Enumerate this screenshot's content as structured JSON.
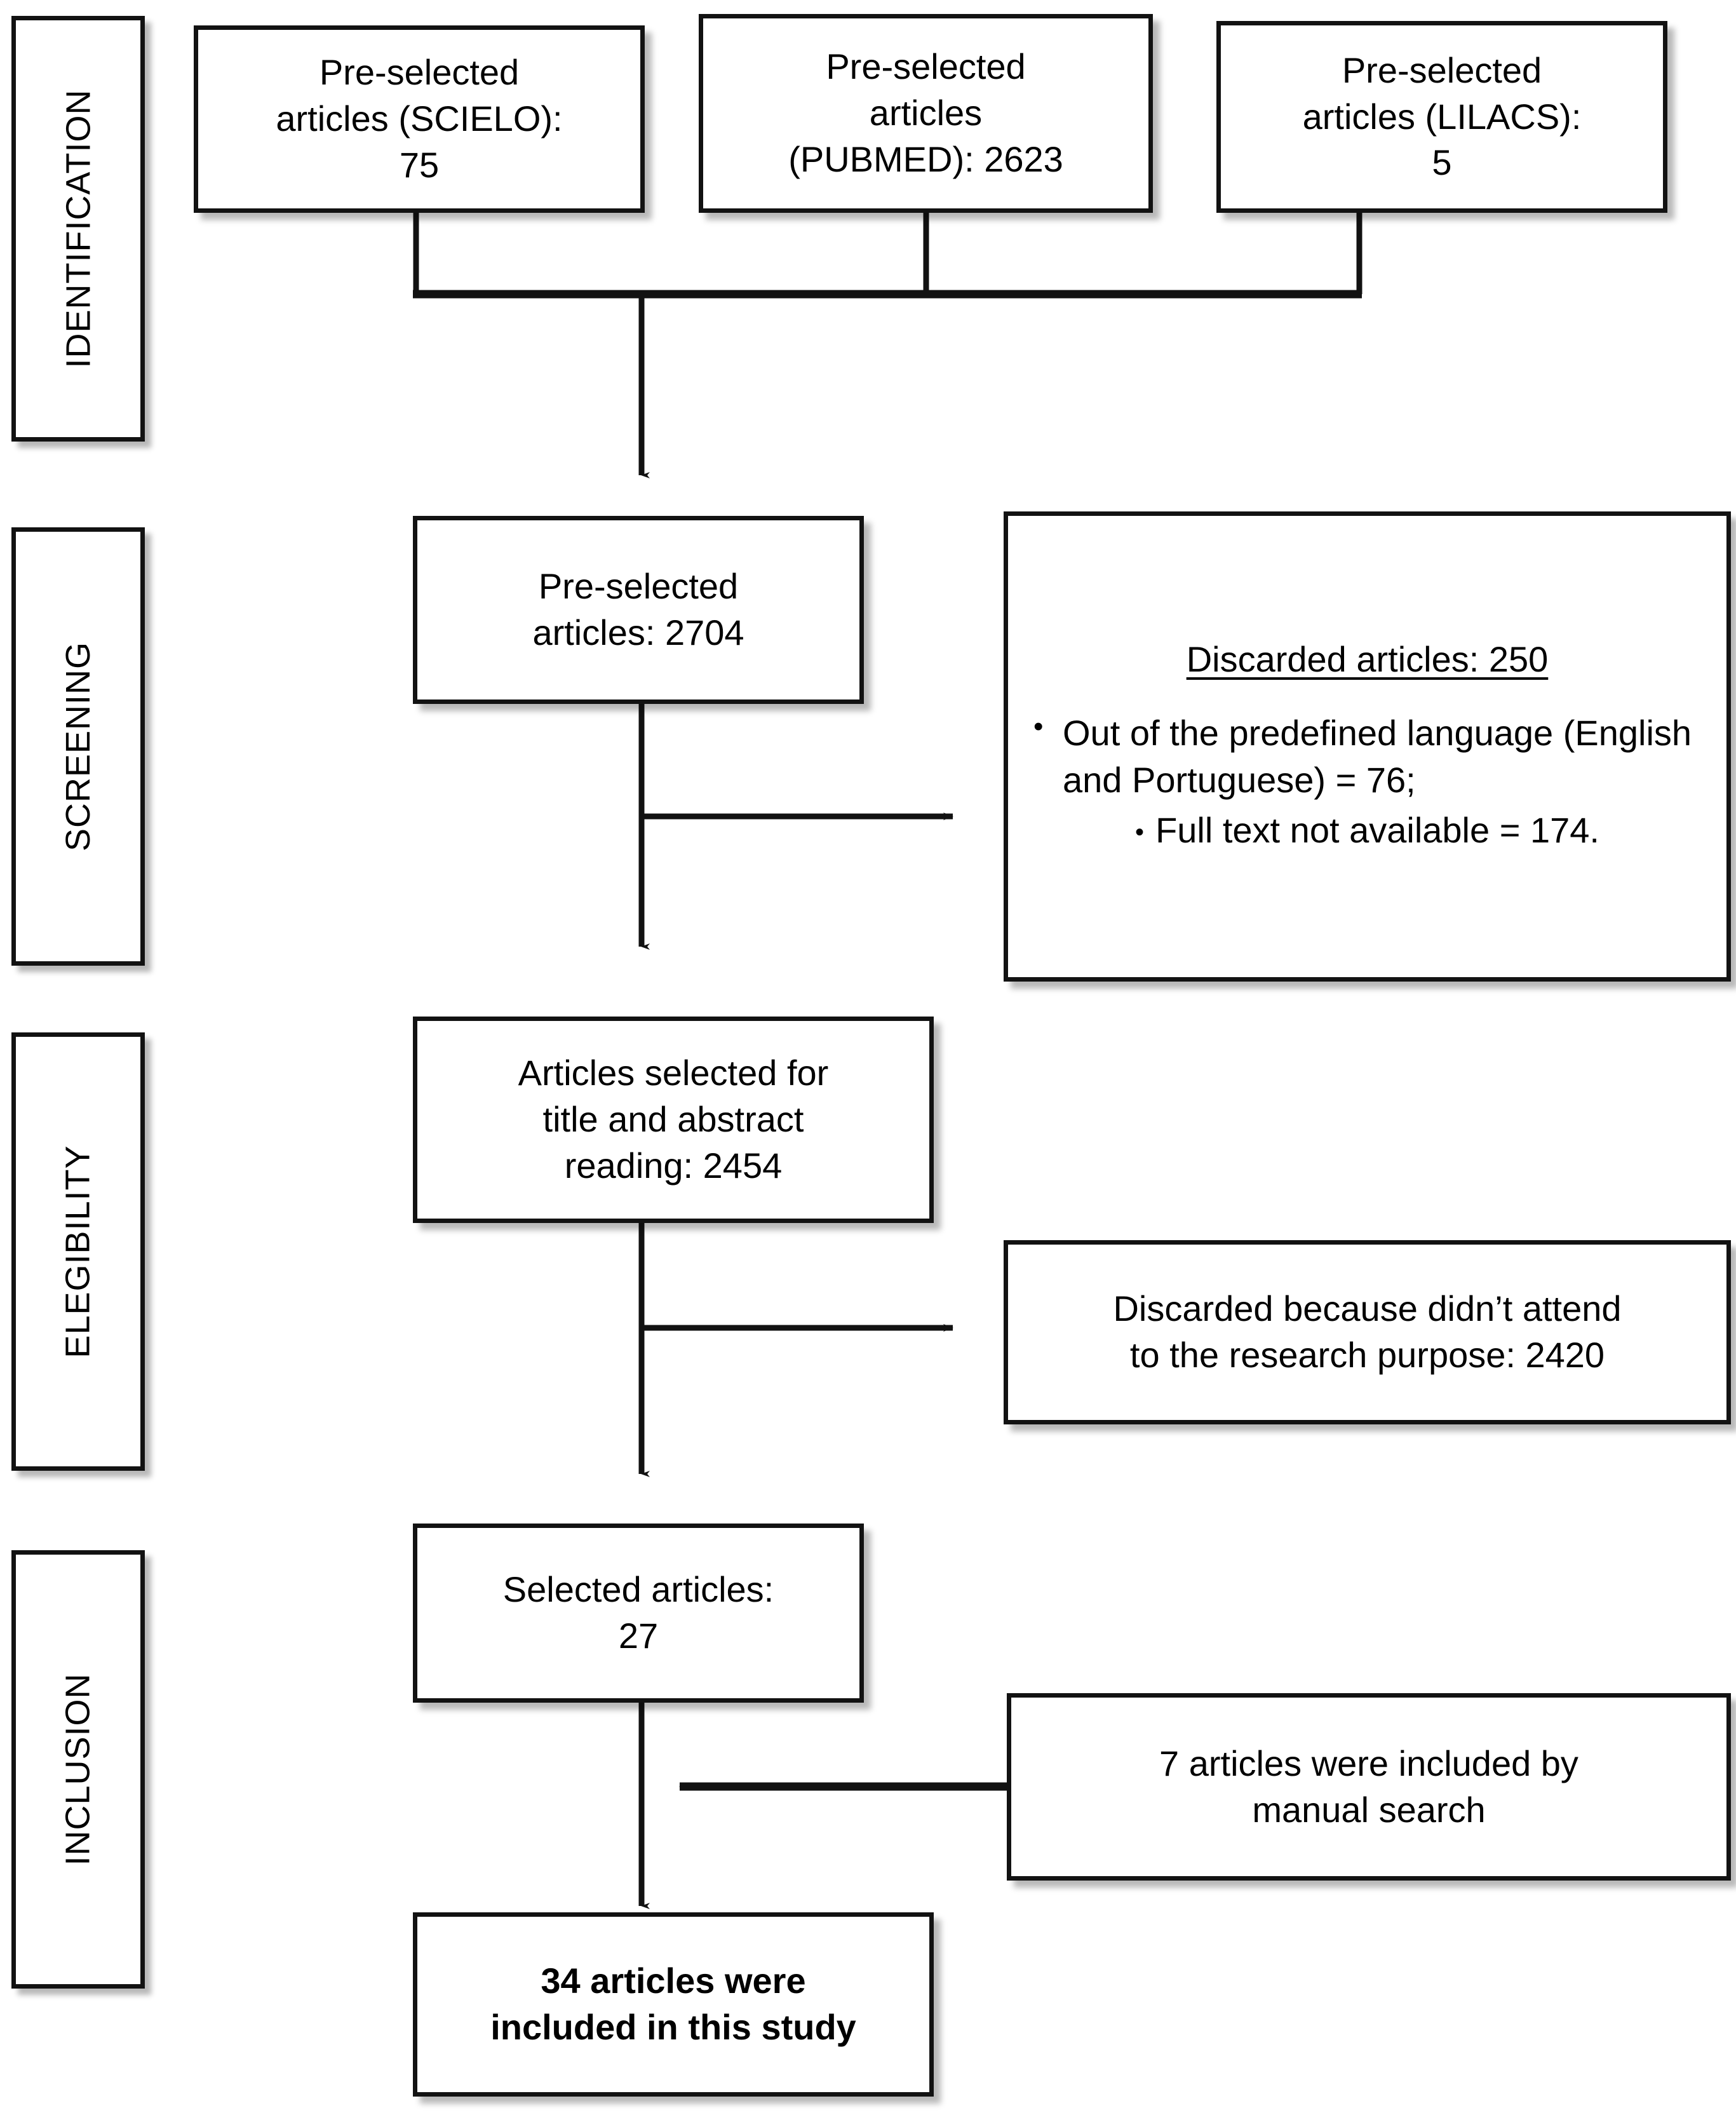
{
  "stages": [
    {
      "id": "identification",
      "label": "IDENTIFICATION"
    },
    {
      "id": "screening",
      "label": "SCREENING"
    },
    {
      "id": "elegibility",
      "label": "ELEGIBILITY"
    },
    {
      "id": "inclusion",
      "label": "INCLUSION"
    }
  ],
  "boxes": {
    "scielo": {
      "text": "Pre-selected\narticles (SCIELO):\n75"
    },
    "pubmed": {
      "text": "Pre-selected\narticles\n(PUBMED): 2623"
    },
    "lilacs": {
      "text": "Pre-selected\narticles (LILACS):\n5"
    },
    "preselected_total": {
      "text": "Pre-selected\narticles: 2704"
    },
    "discarded_screening": {
      "title": "Discarded articles: 250",
      "items": [
        "Out of the predefined language (English and Portuguese) = 76;",
        "Full text not available = 174."
      ]
    },
    "title_abstract": {
      "text": "Articles selected for\ntitle and abstract\nreading: 2454"
    },
    "discarded_eligibility": {
      "text": "Discarded because didn’t attend\nto the research purpose: 2420"
    },
    "selected": {
      "text": "Selected articles:\n27"
    },
    "manual_search": {
      "text": "7 articles were included by\nmanual search"
    },
    "final": {
      "text": "34 articles were\nincluded in this study"
    }
  },
  "colors": {
    "stroke": "#121212",
    "box_fill": "#ffffff",
    "text": "#000000",
    "background": "#ffffff"
  },
  "chart_data": {
    "type": "diagram",
    "title": "PRISMA study selection flow diagram",
    "nodes": [
      {
        "id": "scielo",
        "stage": "IDENTIFICATION",
        "label": "Pre-selected articles (SCIELO): 75",
        "count": 75
      },
      {
        "id": "pubmed",
        "stage": "IDENTIFICATION",
        "label": "Pre-selected articles (PUBMED): 2623",
        "count": 2623
      },
      {
        "id": "lilacs",
        "stage": "IDENTIFICATION",
        "label": "Pre-selected articles (LILACS): 5",
        "count": 5
      },
      {
        "id": "preselected_total",
        "stage": "SCREENING",
        "label": "Pre-selected articles: 2704",
        "count": 2704
      },
      {
        "id": "discarded_screening",
        "stage": "SCREENING",
        "label": "Discarded articles: 250",
        "count": 250
      },
      {
        "id": "title_abstract",
        "stage": "ELEGIBILITY",
        "label": "Articles selected for title and abstract reading: 2454",
        "count": 2454
      },
      {
        "id": "discarded_eligibility",
        "stage": "ELEGIBILITY",
        "label": "Discarded because didn’t attend to the research purpose: 2420",
        "count": 2420
      },
      {
        "id": "selected",
        "stage": "INCLUSION",
        "label": "Selected articles: 27",
        "count": 27
      },
      {
        "id": "manual_search",
        "stage": "INCLUSION",
        "label": "7 articles were included by manual search",
        "count": 7
      },
      {
        "id": "final",
        "stage": "INCLUSION",
        "label": "34 articles were included in this study",
        "count": 34
      }
    ],
    "edges": [
      {
        "from": "scielo",
        "to": "preselected_total"
      },
      {
        "from": "pubmed",
        "to": "preselected_total"
      },
      {
        "from": "lilacs",
        "to": "preselected_total"
      },
      {
        "from": "preselected_total",
        "to": "discarded_screening"
      },
      {
        "from": "preselected_total",
        "to": "title_abstract"
      },
      {
        "from": "title_abstract",
        "to": "discarded_eligibility"
      },
      {
        "from": "title_abstract",
        "to": "selected"
      },
      {
        "from": "manual_search",
        "to": "final"
      },
      {
        "from": "selected",
        "to": "final"
      }
    ],
    "breakdown": {
      "discarded_screening": [
        {
          "reason": "Out of the predefined language (English and Portuguese)",
          "count": 76
        },
        {
          "reason": "Full text not available",
          "count": 174
        }
      ]
    }
  }
}
